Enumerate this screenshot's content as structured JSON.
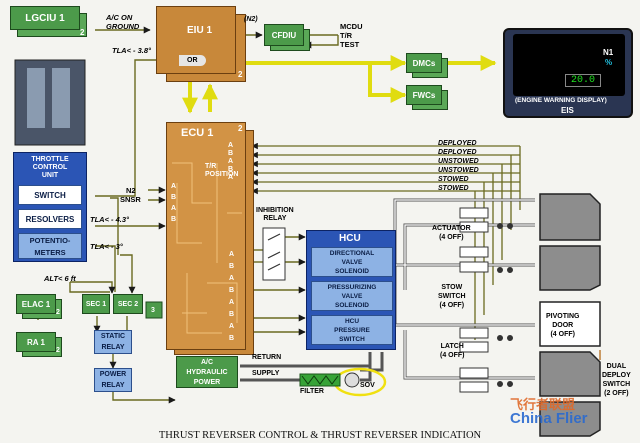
{
  "lgciu": {
    "label": "LGCIU 1",
    "num": "2"
  },
  "eiu": {
    "label": "EIU 1",
    "num": "2",
    "or_label": "OR"
  },
  "cfdiu": {
    "label": "CFDIU",
    "n2": "(N2)"
  },
  "mcdu_lines": [
    "MCDU",
    "T/R",
    "TEST"
  ],
  "dmcs": "DMCs",
  "fwcs": "FWCs",
  "eis": {
    "caption": "(ENGINE WARNING DISPLAY)",
    "label": "EIS",
    "n1": "N1",
    "pct": "%",
    "readout": "20.0"
  },
  "signals": {
    "ac_on_ground_1": "A/C ON",
    "ac_on_ground_2": "GROUND",
    "tla_38": "TLA< - 3.8°",
    "tla_43": "TLA< - 4.3°",
    "tla_3": "TLA< - 3°",
    "alt_6ft": "ALT< 6 ft",
    "n2_snsr_1": "N2",
    "n2_snsr_2": "SNSR"
  },
  "ecu": {
    "label": "ECU 1",
    "num": "2",
    "tr_pos_1": "T/R",
    "tr_pos_2": "POSITION",
    "ab_vert": "A B A B A",
    "ab_left": [
      "A",
      "B",
      "A",
      "B"
    ],
    "ab_bottom": [
      "A",
      "B",
      "A",
      "B",
      "A",
      "B",
      "A",
      "B"
    ]
  },
  "tcu": {
    "title": [
      "THROTTLE",
      "CONTROL",
      "UNIT"
    ],
    "switch": "SWITCH",
    "resolvers": "RESOLVERS",
    "potentiometers": [
      "POTENTIO-",
      "METERS"
    ]
  },
  "elac": {
    "label": "ELAC 1",
    "num": "2"
  },
  "ra": {
    "label": "RA 1",
    "num": "2"
  },
  "sec1": "SEC 1",
  "sec2": {
    "label": "SEC 2",
    "num": "3"
  },
  "static_relay": [
    "STATIC",
    "RELAY"
  ],
  "power_relay": [
    "POWER",
    "RELAY"
  ],
  "inhibition_relay": [
    "INHIBITION",
    "RELAY"
  ],
  "hcu": {
    "title": "HCU",
    "dir_valve": [
      "DIRECTIONAL",
      "VALVE",
      "SOLENOID"
    ],
    "press_valve": [
      "PRESSURIZING",
      "VALVE",
      "SOLENOID"
    ],
    "press_switch": [
      "HCU",
      "PRESSURE",
      "SWITCH"
    ]
  },
  "hydraulic": {
    "label": [
      "A/C",
      "HYDRAULIC",
      "POWER"
    ],
    "return": "RETURN",
    "supply": "SUPPLY",
    "filter": "FILTER",
    "sov": "SOV"
  },
  "status_lines": [
    "DEPLOYED",
    "DEPLOYED",
    "UNSTOWED",
    "UNSTOWED",
    "STOWED",
    "STOWED"
  ],
  "actuator": [
    "ACTUATOR",
    "(4 OFF)"
  ],
  "stow_switch": [
    "STOW",
    "SWITCH",
    "(4 OFF)"
  ],
  "latch": [
    "LATCH",
    "(4 OFF)"
  ],
  "pivoting_door": [
    "PIVOTING",
    "DOOR",
    "(4 OFF)"
  ],
  "dual_deploy": [
    "DUAL",
    "DEPLOY",
    "SWITCH",
    "(2 OFF)"
  ],
  "footer": "THRUST REVERSER CONTROL & THRUST REVERSER INDICATION",
  "watermark": {
    "chinese": "飞行者联盟",
    "english": "China Flier"
  }
}
